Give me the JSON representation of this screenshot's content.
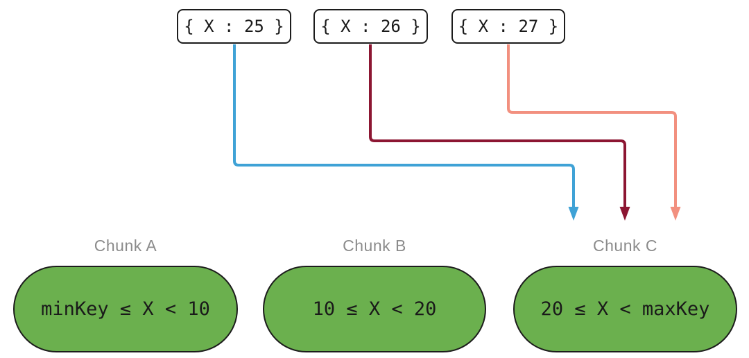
{
  "diagram": {
    "documents": [
      {
        "label": "{ X : 25 }"
      },
      {
        "label": "{ X : 26 }"
      },
      {
        "label": "{ X : 27 }"
      }
    ],
    "chunks": [
      {
        "name": "Chunk A",
        "range": "minKey ≤ X < 10"
      },
      {
        "name": "Chunk B",
        "range": "10 ≤ X < 20"
      },
      {
        "name": "Chunk C",
        "range": "20 ≤ X < maxKey"
      }
    ],
    "arrows": [
      {
        "from": "doc-x-25",
        "to": "chunk-c",
        "color": "#3fa2d6"
      },
      {
        "from": "doc-x-26",
        "to": "chunk-c",
        "color": "#8c1632"
      },
      {
        "from": "doc-x-27",
        "to": "chunk-c",
        "color": "#f2907f"
      }
    ],
    "colors": {
      "background": "#ffffff",
      "box-border": "#1c1c1c",
      "chunk-border": "#1c1c1c",
      "chunk-fill": "#6bb04e",
      "label-gray": "#8b8b8b",
      "text": "#1a1a1a"
    }
  }
}
